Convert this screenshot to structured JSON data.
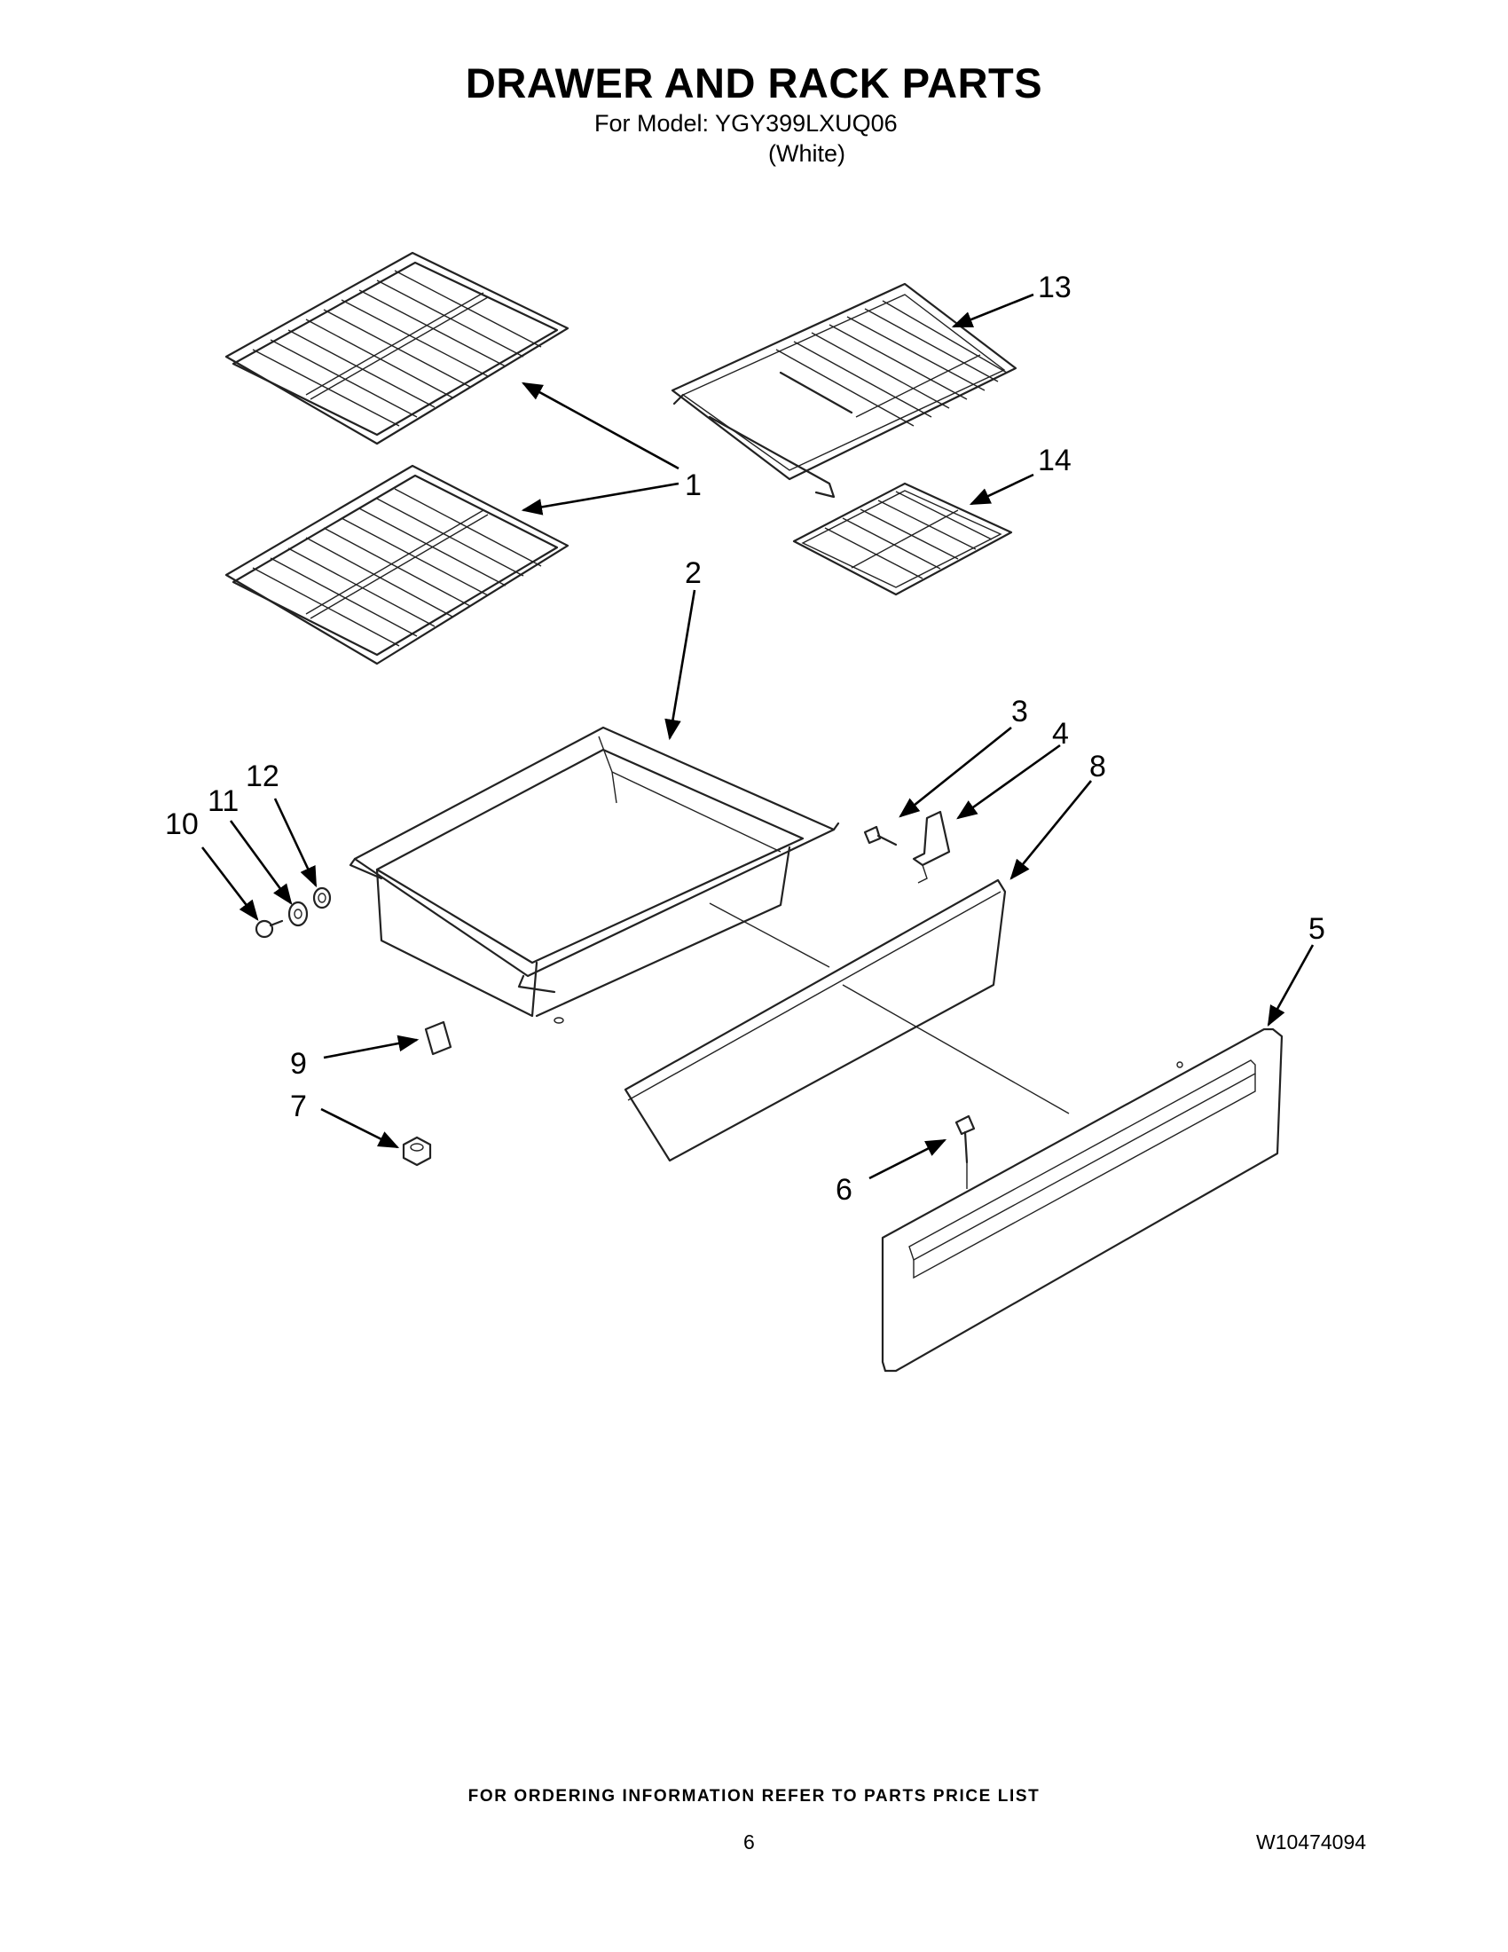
{
  "document": {
    "title": "DRAWER AND RACK PARTS",
    "model_line": "For Model: YGY399LXUQ06",
    "color_line": "(White)",
    "footer": "FOR ORDERING INFORMATION REFER TO PARTS PRICE LIST",
    "page_number": "6",
    "document_number": "W10474094"
  },
  "callouts": [
    "1",
    "2",
    "3",
    "4",
    "5",
    "6",
    "7",
    "8",
    "9",
    "10",
    "11",
    "12",
    "13",
    "14"
  ]
}
